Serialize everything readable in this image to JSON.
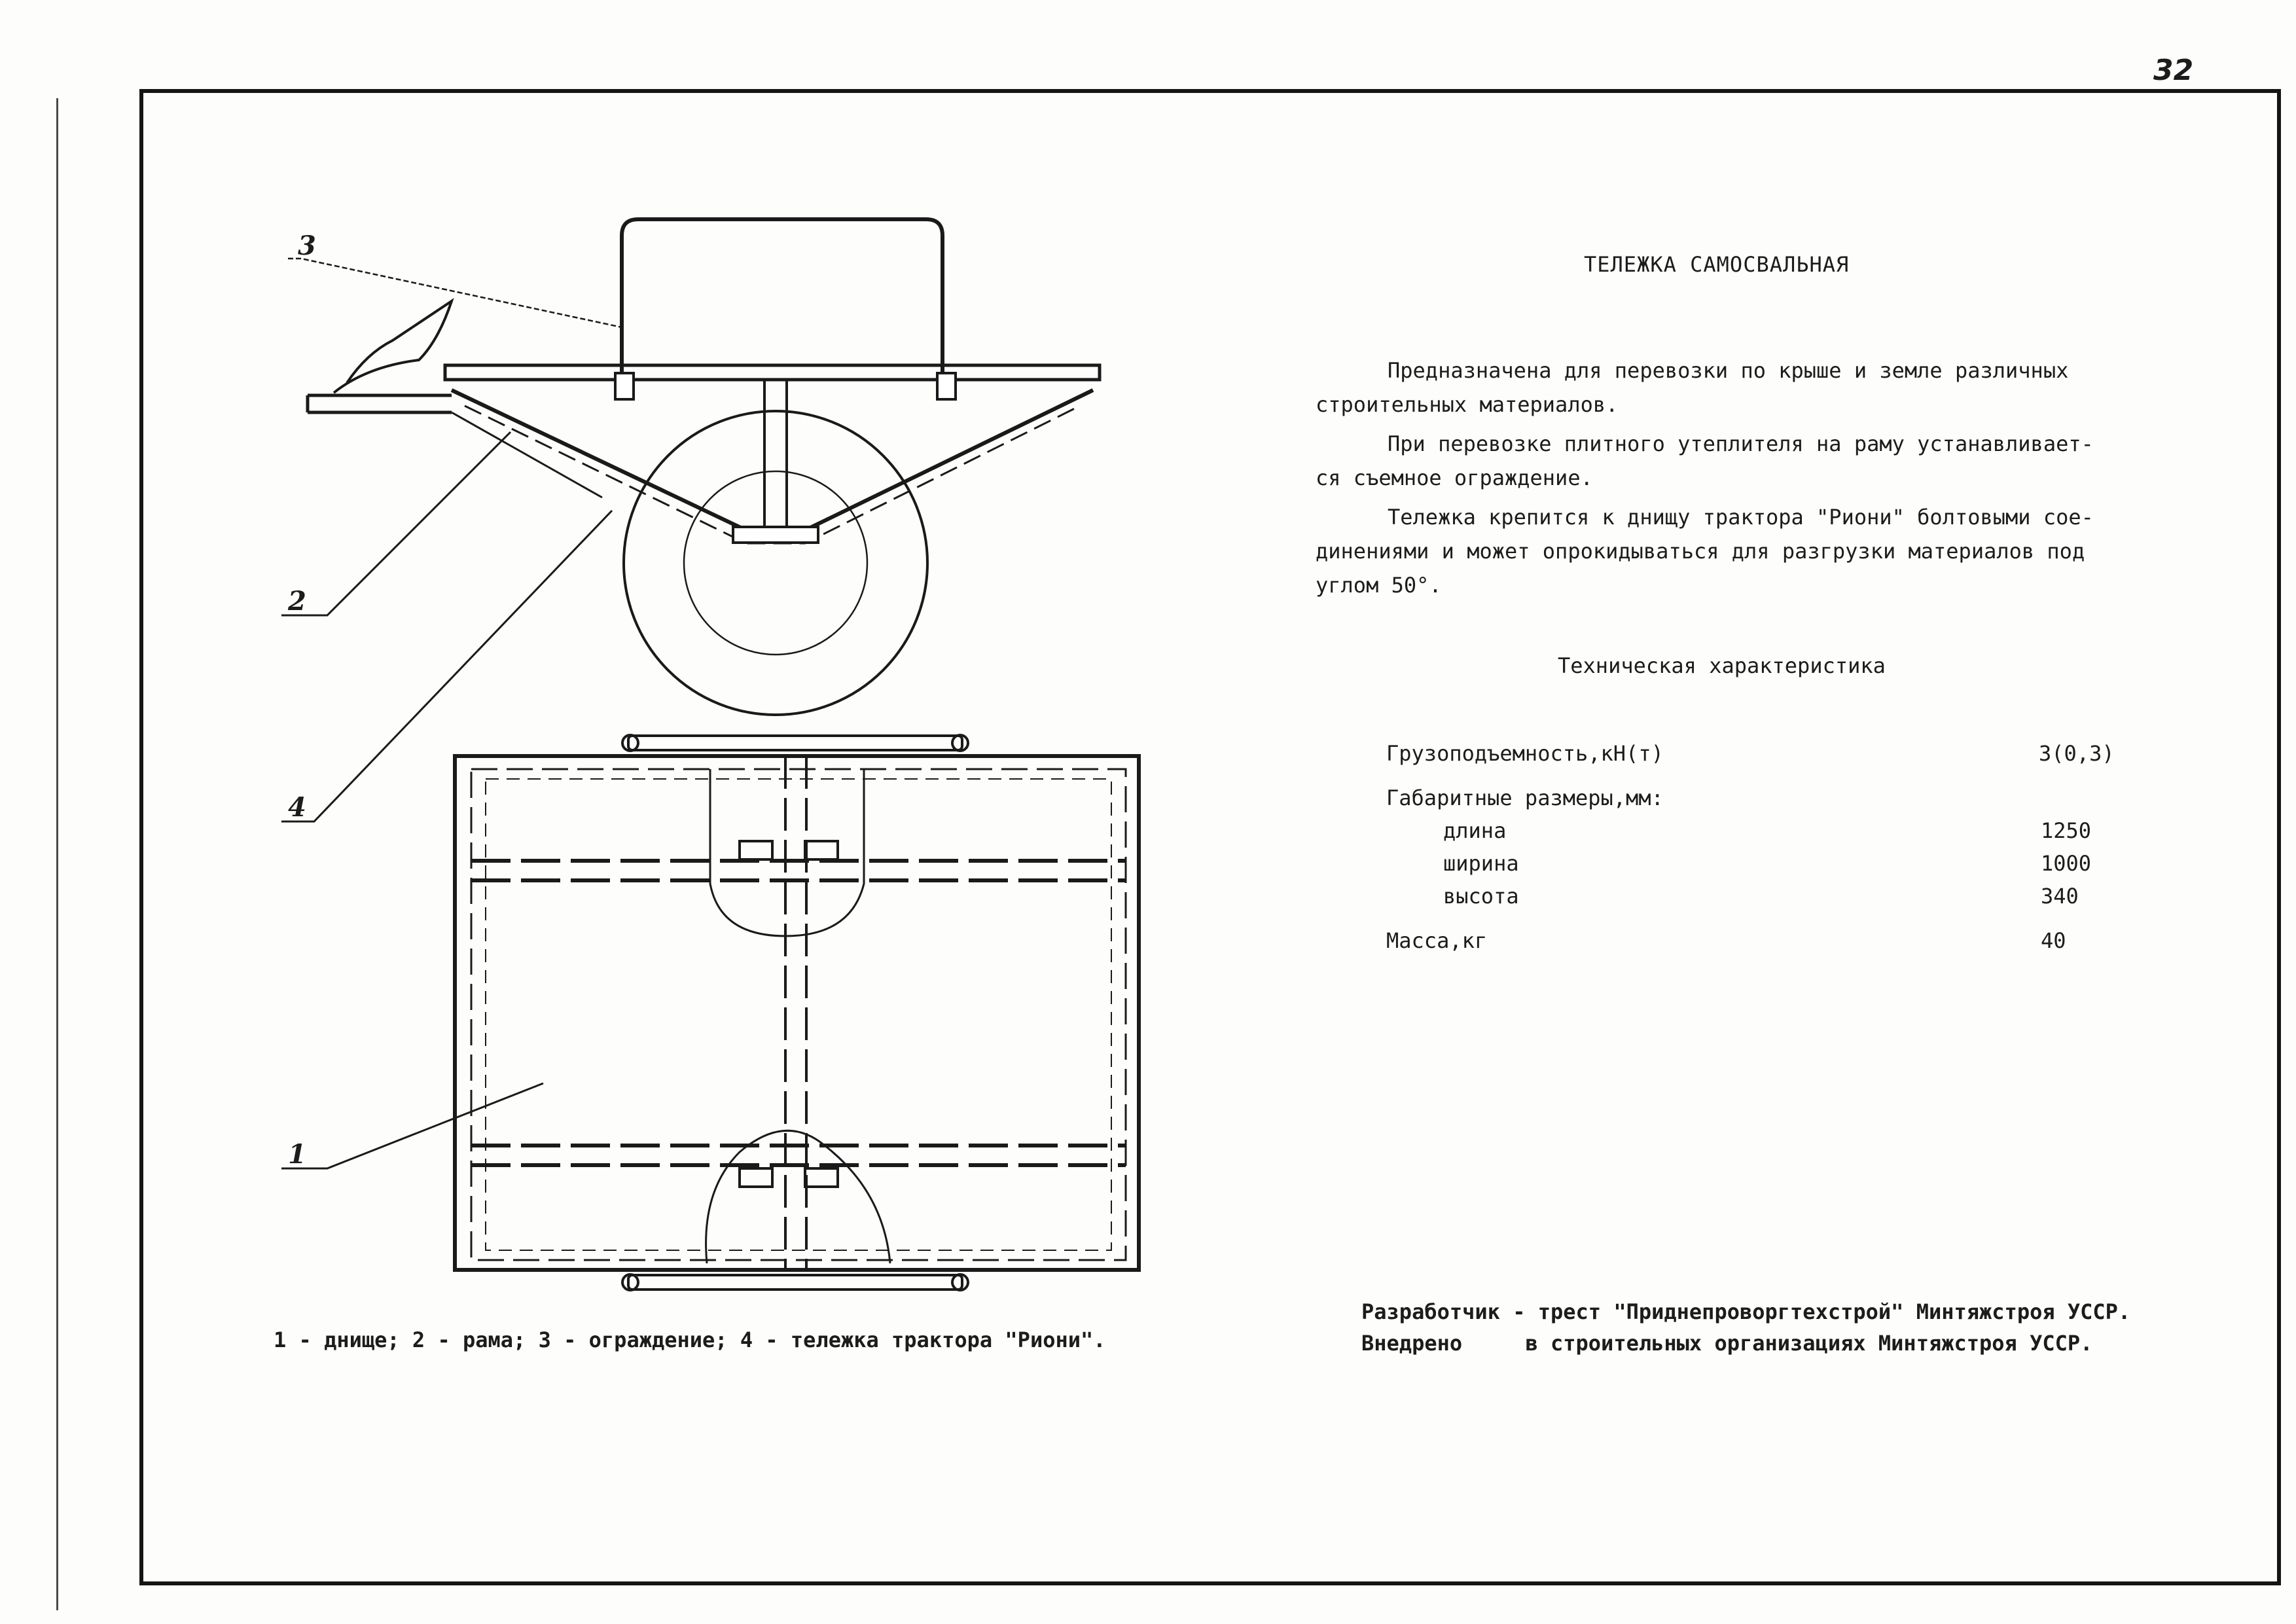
{
  "page_number": "32",
  "title": "ТЕЛЕЖКА САМОСВАЛЬНАЯ",
  "description": {
    "para1_line1": "Предназначена для перевозки по крыше и земле различных",
    "para1_line2": "строительных материалов.",
    "para2_line1": "При перевозке плитного утеплителя на раму устанавливает-",
    "para2_line2": "ся съемное ограждение.",
    "para3_line1": "Тележка крепится к днищу трактора \"Риони\" болтовыми сое-",
    "para3_line2": "динениями и может опрокидываться для разгрузки материалов под",
    "para3_line3": "углом 50°."
  },
  "specs": {
    "heading": "Техническая характеристика",
    "capacity_label": "Грузоподъемность,кН(т)",
    "capacity_value": "3(0,3)",
    "dimensions_label": "Габаритные размеры,мм:",
    "length_label": "длина",
    "length_value": "1250",
    "width_label": "ширина",
    "width_value": "1000",
    "height_label": "высота",
    "height_value": "340",
    "mass_label": "Масса,кг",
    "mass_value": "40"
  },
  "callouts": {
    "c1": "1",
    "c2": "2",
    "c3": "3",
    "c4": "4"
  },
  "legend": "1 - днище; 2 - рама; 3 - ограждение; 4 - тележка трактора \"Риони\".",
  "developer": {
    "line1": "Разработчик - трест \"Приднепроворгтехстрой\" Минтяжстроя УССР.",
    "line2": "Внедрено     в строительных организациях Минтяжстроя УССР."
  }
}
